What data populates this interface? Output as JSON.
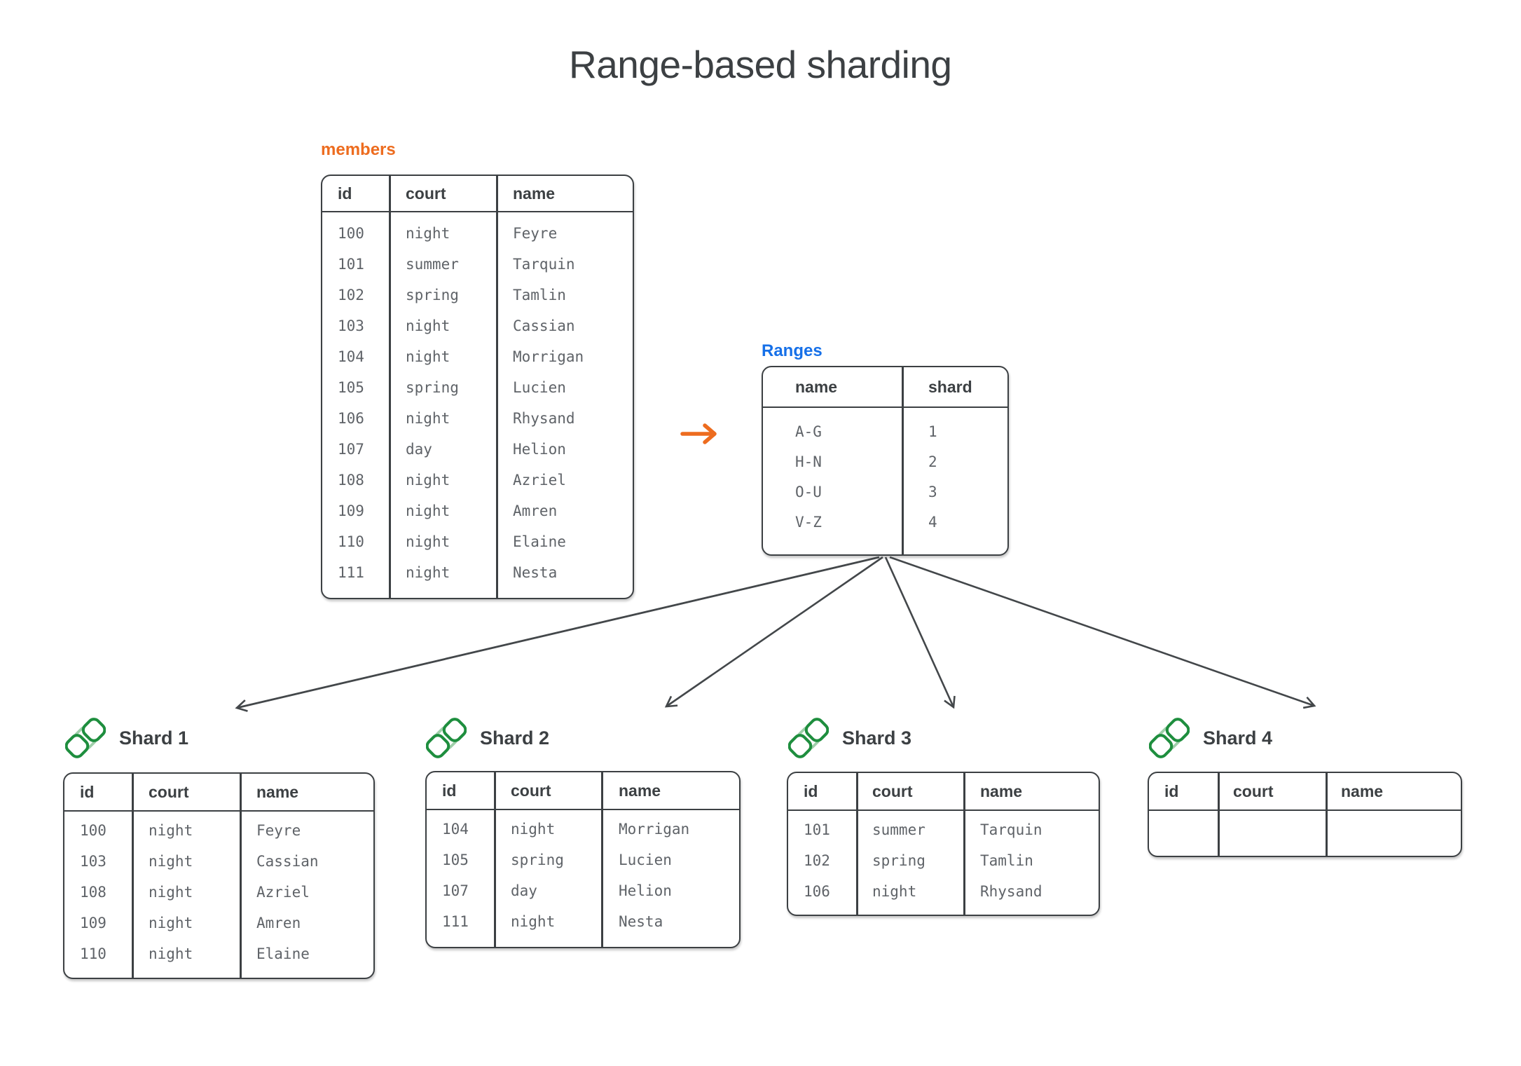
{
  "title": "Range-based sharding",
  "members": {
    "label": "members",
    "label_color": "#ed6c1f",
    "columns": [
      "id",
      "court",
      "name"
    ],
    "rows": [
      [
        "100",
        "night",
        "Feyre"
      ],
      [
        "101",
        "summer",
        "Tarquin"
      ],
      [
        "102",
        "spring",
        "Tamlin"
      ],
      [
        "103",
        "night",
        "Cassian"
      ],
      [
        "104",
        "night",
        "Morrigan"
      ],
      [
        "105",
        "spring",
        "Lucien"
      ],
      [
        "106",
        "night",
        "Rhysand"
      ],
      [
        "107",
        "day",
        "Helion"
      ],
      [
        "108",
        "night",
        "Azriel"
      ],
      [
        "109",
        "night",
        "Amren"
      ],
      [
        "110",
        "night",
        "Elaine"
      ],
      [
        "111",
        "night",
        "Nesta"
      ]
    ]
  },
  "ranges": {
    "label": "Ranges",
    "label_color": "#1670e8",
    "columns": [
      "name",
      "shard"
    ],
    "rows": [
      [
        "A-G",
        "1"
      ],
      [
        "H-N",
        "2"
      ],
      [
        "O-U",
        "3"
      ],
      [
        "V-Z",
        "4"
      ]
    ]
  },
  "shards": [
    {
      "label": "Shard 1",
      "columns": [
        "id",
        "court",
        "name"
      ],
      "rows": [
        [
          "100",
          "night",
          "Feyre"
        ],
        [
          "103",
          "night",
          "Cassian"
        ],
        [
          "108",
          "night",
          "Azriel"
        ],
        [
          "109",
          "night",
          "Amren"
        ],
        [
          "110",
          "night",
          "Elaine"
        ]
      ]
    },
    {
      "label": "Shard 2",
      "columns": [
        "id",
        "court",
        "name"
      ],
      "rows": [
        [
          "104",
          "night",
          "Morrigan"
        ],
        [
          "105",
          "spring",
          "Lucien"
        ],
        [
          "107",
          "day",
          "Helion"
        ],
        [
          "111",
          "night",
          "Nesta"
        ]
      ]
    },
    {
      "label": "Shard 3",
      "columns": [
        "id",
        "court",
        "name"
      ],
      "rows": [
        [
          "101",
          "summer",
          "Tarquin"
        ],
        [
          "102",
          "spring",
          "Tamlin"
        ],
        [
          "106",
          "night",
          "Rhysand"
        ]
      ]
    },
    {
      "label": "Shard 4",
      "columns": [
        "id",
        "court",
        "name"
      ],
      "rows": []
    }
  ],
  "icons": {
    "shard": "shard-stack-icon",
    "flow": "right-arrow-icon"
  },
  "colors": {
    "accent_orange": "#ed6c1f",
    "accent_blue": "#1670e8",
    "green_dark": "#1e8e3e",
    "green_light": "#a0cfaa",
    "line": "#3c4043",
    "data_text": "#5f6368"
  }
}
